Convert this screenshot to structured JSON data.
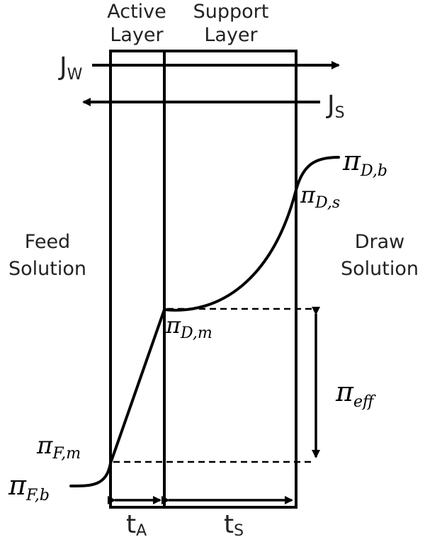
{
  "headers": {
    "active_line1": "Active",
    "active_line2": "Layer",
    "support_line1": "Support",
    "support_line2": "Layer"
  },
  "fluxes": {
    "water": {
      "main": "J",
      "sub": "W"
    },
    "solute": {
      "main": "J",
      "sub": "S"
    }
  },
  "sides": {
    "feed_line1": "Feed",
    "feed_line2": "Solution",
    "draw_line1": "Draw",
    "draw_line2": "Solution"
  },
  "potentials": {
    "pi_D_b": {
      "main": "π",
      "sub": "D,b"
    },
    "pi_D_s": {
      "main": "π",
      "sub": "D,s"
    },
    "pi_D_m": {
      "main": "π",
      "sub": "D,m"
    },
    "pi_eff": {
      "main": "π",
      "sub": "eff"
    },
    "pi_F_m": {
      "main": "π",
      "sub": "F,m"
    },
    "pi_F_b": {
      "main": "π",
      "sub": "F,b"
    }
  },
  "thickness": {
    "t_A": {
      "main": "t",
      "sub": "A"
    },
    "t_S": {
      "main": "t",
      "sub": "S"
    }
  }
}
